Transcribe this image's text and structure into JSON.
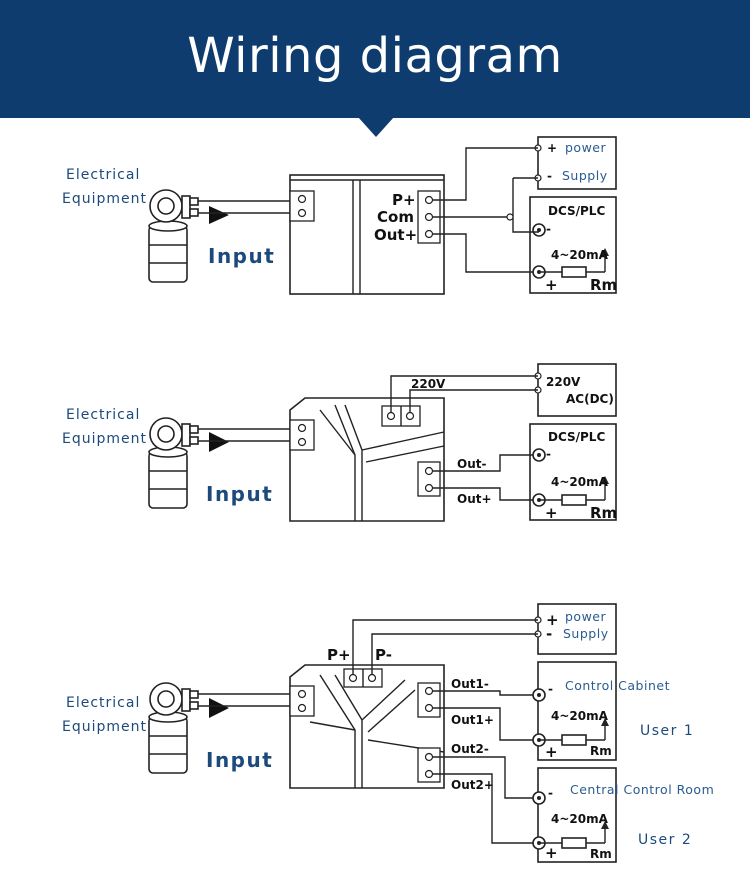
{
  "header": {
    "title": "Wiring diagram"
  },
  "labels": {
    "equipment_line1": "Electrical",
    "equipment_line2": "Equipment",
    "input": "Input",
    "power": "power",
    "supply": "Supply",
    "p_plus": "P+",
    "com": "Com",
    "out_plus": "Out+",
    "out_minus": "Out-",
    "dcs_plc": "DCS/PLC",
    "current": "4~20mA",
    "rm": "Rm",
    "v220": "220V",
    "ac_dc": "AC(DC)",
    "p_minus": "P-",
    "out1_minus": "Out1-",
    "out1_plus": "Out1+",
    "out2_minus": "Out2-",
    "out2_plus": "Out2+",
    "control_cabinet": "Control Cabinet",
    "central_control_room": "Central Control Room",
    "user1": "User  1",
    "user2": "User  2",
    "plus": "+",
    "minus": "-"
  },
  "colors": {
    "header_bg": "#0f3c6e",
    "label_blue": "#1c4a7c",
    "line": "#222222"
  }
}
